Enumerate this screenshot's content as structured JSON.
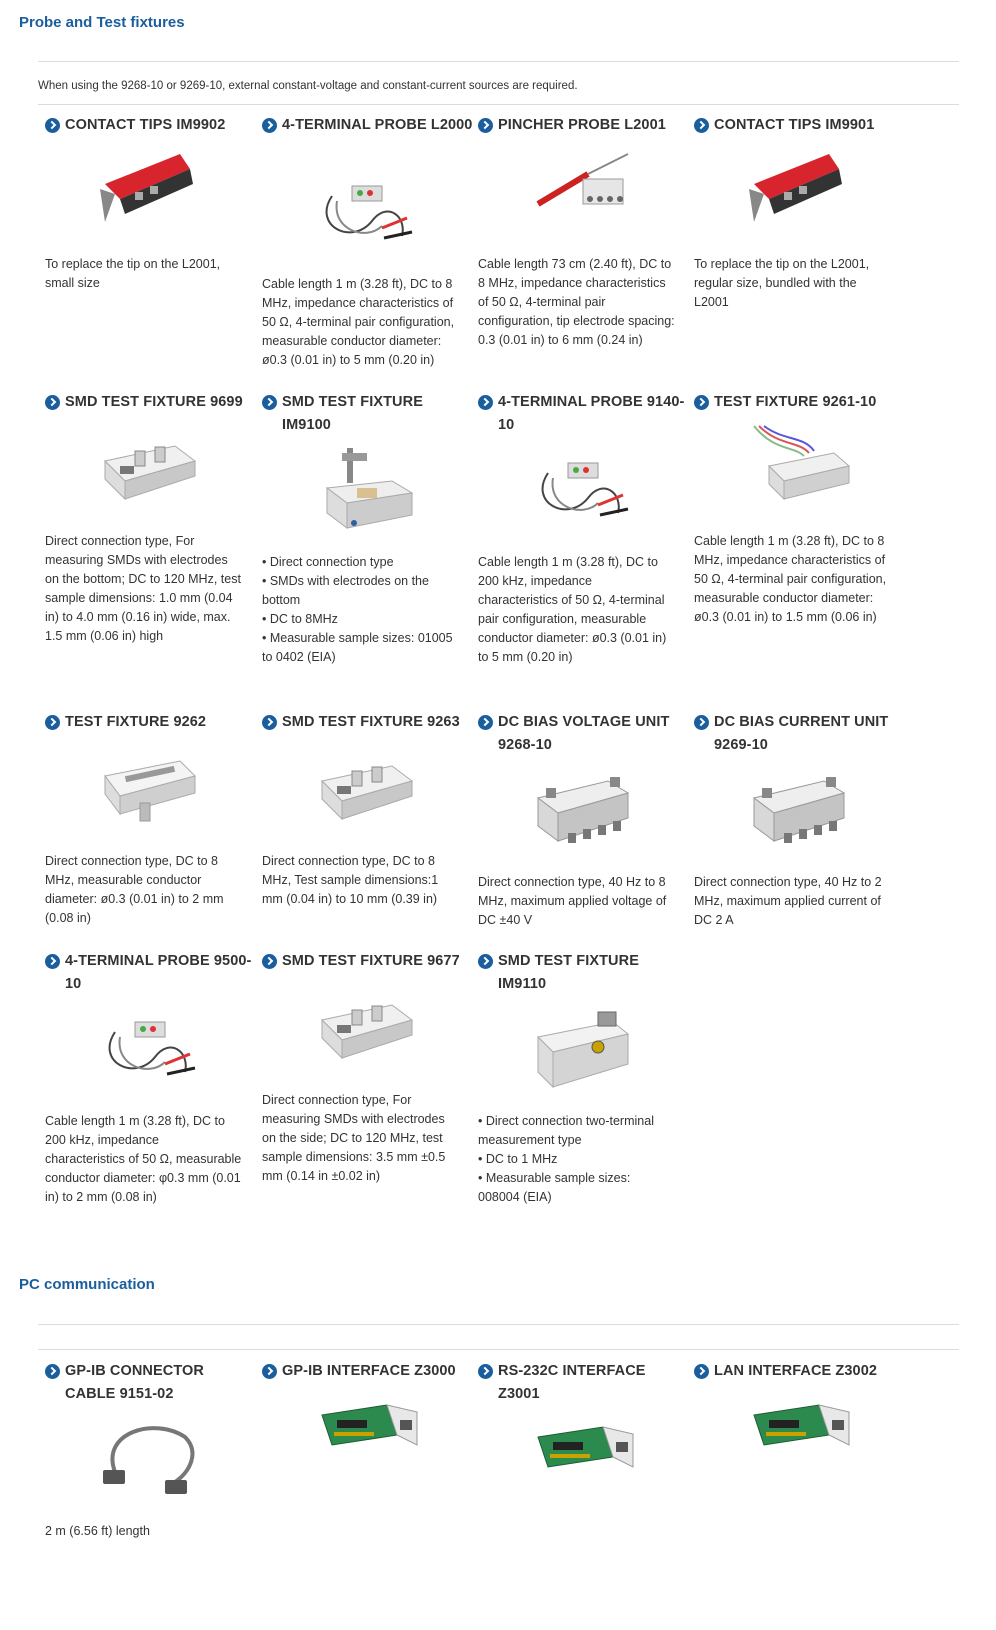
{
  "sections": {
    "probe_title": "Probe and Test fixtures",
    "probe_note": "When using the 9268-10 or 9269-10, external constant-voltage and constant-current sources are required.",
    "pc_title": "PC communication"
  },
  "products": [
    {
      "name": "CONTACT TIPS IM9902",
      "icon": "red-contact-tips-icon",
      "desc": "To replace the tip on the L2001,\nsmall size"
    },
    {
      "name": "4-TERMINAL PROBE L2000",
      "icon": "probe-cable-icon",
      "desc": "Cable length 1 m (3.28 ft), DC to 8\nMHz, impedance characteristics of\n50 Ω, 4-terminal pair configuration,\nmeasurable conductor diameter:\nø0.3 (0.01 in) to 5 mm (0.20 in)"
    },
    {
      "name": "PINCHER PROBE L2001",
      "icon": "pincher-probe-icon",
      "desc": "Cable length 73 cm (2.40 ft), DC to\n8 MHz, impedance characteristics\nof 50 Ω, 4-terminal pair\nconfiguration, tip electrode spacing:\n0.3 (0.01 in) to 6 mm (0.24 in)"
    },
    {
      "name": "CONTACT TIPS IM9901",
      "icon": "red-contact-tips-icon",
      "desc": "To replace the tip on the L2001,\nregular size, bundled with the\nL2001"
    },
    {
      "name": "SMD TEST FIXTURE 9699",
      "icon": "smd-fixture-icon",
      "desc": "Direct connection type, For\nmeasuring SMDs with electrodes\non the bottom; DC to 120 MHz, test\nsample dimensions: 1.0 mm (0.04\nin) to 4.0 mm (0.16 in) wide, max.\n1.5 mm (0.06 in) high"
    },
    {
      "name": "SMD TEST FIXTURE IM9100",
      "icon": "smd-fixture-stand-icon",
      "desc": "• Direct connection type\n• SMDs with electrodes on the\nbottom\n• DC to 8MHz\n• Measurable sample sizes: 01005\nto 0402 (EIA)"
    },
    {
      "name": "4-TERMINAL PROBE 9140-10",
      "icon": "probe-cable-icon",
      "desc": "Cable length 1 m (3.28 ft), DC to\n200 kHz, impedance\ncharacteristics of 50 Ω, 4-terminal\npair configuration, measurable\nconductor diameter: ø0.3 (0.01 in)\nto 5 mm (0.20 in)"
    },
    {
      "name": "TEST FIXTURE 9261-10",
      "icon": "test-fixture-cable-icon",
      "desc": "Cable length 1 m (3.28 ft), DC to 8\nMHz, impedance characteristics of\n50 Ω, 4-terminal pair configuration,\nmeasurable conductor diameter:\nø0.3 (0.01 in) to 1.5 mm (0.06 in)"
    },
    {
      "name": "TEST FIXTURE 9262",
      "icon": "test-fixture-icon",
      "desc": "Direct connection type, DC to 8\nMHz, measurable conductor\ndiameter: ø0.3 (0.01 in) to 2 mm\n(0.08 in)"
    },
    {
      "name": "SMD TEST FIXTURE 9263",
      "icon": "smd-fixture-icon",
      "desc": "Direct connection type, DC to 8\nMHz, Test sample dimensions:1\nmm (0.04 in) to 10 mm (0.39 in)"
    },
    {
      "name": "DC BIAS VOLTAGE UNIT 9268-10",
      "icon": "bias-unit-icon",
      "desc": "Direct connection type, 40 Hz to 8\nMHz, maximum applied voltage of\nDC ±40 V"
    },
    {
      "name": "DC BIAS CURRENT UNIT 9269-10",
      "icon": "bias-unit-icon",
      "desc": "Direct connection type, 40 Hz to 2\nMHz, maximum applied current of\nDC 2 A"
    },
    {
      "name": "4-TERMINAL PROBE 9500-10",
      "icon": "probe-cable-icon",
      "desc": "Cable length 1 m (3.28 ft), DC to\n200 kHz, impedance\ncharacteristics of 50 Ω, measurable\nconductor diameter: φ0.3 mm (0.01\nin) to 2 mm (0.08 in)"
    },
    {
      "name": "SMD TEST FIXTURE 9677",
      "icon": "smd-fixture-icon",
      "desc": "Direct connection type, For\nmeasuring SMDs with electrodes\non the side; DC to 120 MHz, test\nsample dimensions: 3.5 mm ±0.5\nmm (0.14 in ±0.02 in)"
    },
    {
      "name": "SMD TEST FIXTURE IM9110",
      "icon": "smd-fixture-box-icon",
      "desc": "• Direct connection two-terminal\nmeasurement type\n• DC to 1 MHz\n• Measurable sample sizes:\n008004 (EIA)"
    },
    {
      "name": "GP-IB CONNECTOR CABLE 9151-02",
      "icon": "cable-icon",
      "desc": "2 m (6.56 ft) length"
    },
    {
      "name": "GP-IB INTERFACE Z3000",
      "icon": "interface-card-icon",
      "desc": ""
    },
    {
      "name": "RS-232C INTERFACE Z3001",
      "icon": "interface-card-icon",
      "desc": ""
    },
    {
      "name": "LAN INTERFACE Z3002",
      "icon": "interface-card-icon",
      "desc": ""
    }
  ]
}
